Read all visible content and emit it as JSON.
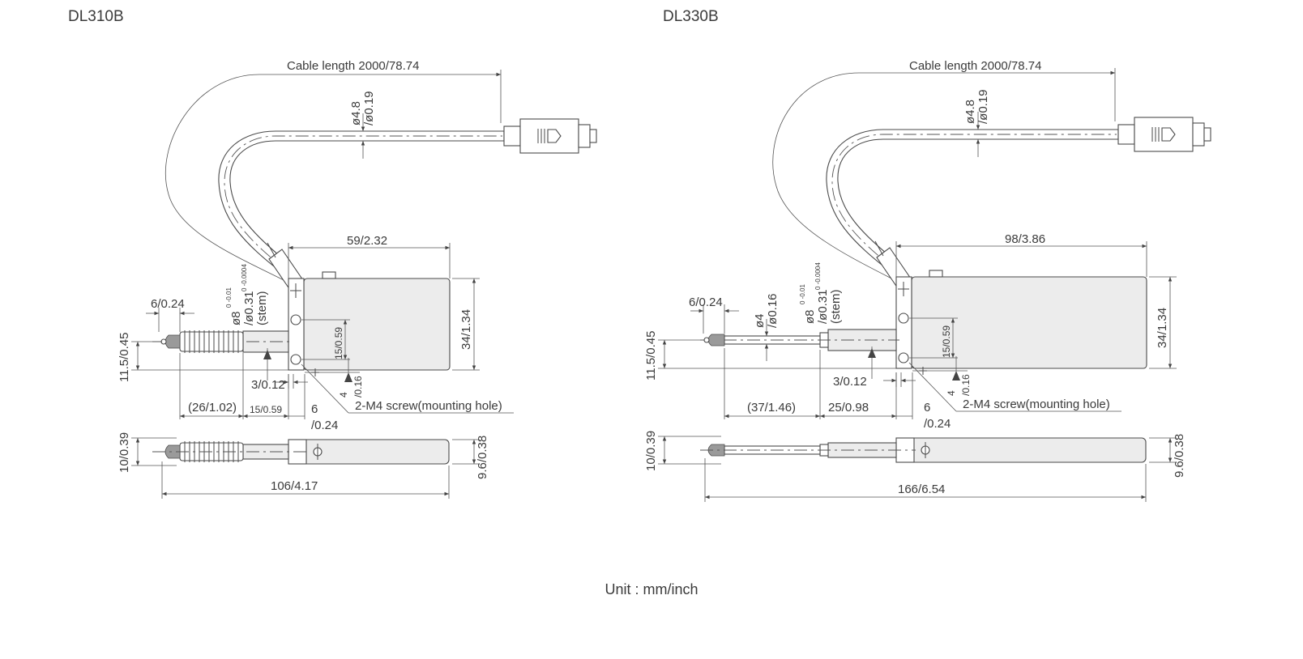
{
  "models": [
    {
      "name": "DL310B",
      "cable_length": "Cable length  2000/78.74",
      "cable_dia_mm": "ø4.8",
      "cable_dia_in": "/ø0.19",
      "body_length": "59/2.32",
      "body_height": "34/1.34",
      "tip_width": "6/0.24",
      "tip_height": "11.5/0.45",
      "stem_dia": "ø8",
      "stem_dia_tol_mm": "0 -0.01",
      "stem_dia_in": "/ø0.31",
      "stem_dia_tol_in": "0 -0.0004",
      "stem_label": "(stem)",
      "hole_spacing": "15/0.59",
      "offset_a": "3/0.12",
      "offset_b": "4",
      "offset_b_in": "/0.16",
      "stroke_len": "(26/1.02)",
      "stem_len": "15/0.59",
      "flange_mm": "6",
      "flange_in": "/0.24",
      "screw_note": "2-M4 screw(mounting hole)",
      "side_height": "10/0.39",
      "side_thickness": "9.6/0.38",
      "total_length": "106/4.17"
    },
    {
      "name": "DL330B",
      "cable_length": "Cable length  2000/78.74",
      "cable_dia_mm": "ø4.8",
      "cable_dia_in": "/ø0.19",
      "body_length": "98/3.86",
      "body_height": "34/1.34",
      "tip_width": "6/0.24",
      "tip_height": "11.5/0.45",
      "spindle_dia": "ø4",
      "spindle_dia_in": "/ø0.16",
      "stem_dia": "ø8",
      "stem_dia_tol_mm": "0 -0.01",
      "stem_dia_in": "/ø0.31",
      "stem_dia_tol_in": "0 -0.0004",
      "stem_label": "(stem)",
      "hole_spacing": "15/0.59",
      "offset_a": "3/0.12",
      "offset_b": "4",
      "offset_b_in": "/0.16",
      "stroke_len": "(37/1.46)",
      "stem_len": "25/0.98",
      "flange_mm": "6",
      "flange_in": "/0.24",
      "screw_note": "2-M4 screw(mounting hole)",
      "side_height": "10/0.39",
      "side_thickness": "9.6/0.38",
      "total_length": "166/6.54"
    }
  ],
  "unit_note": "Unit : mm/inch"
}
